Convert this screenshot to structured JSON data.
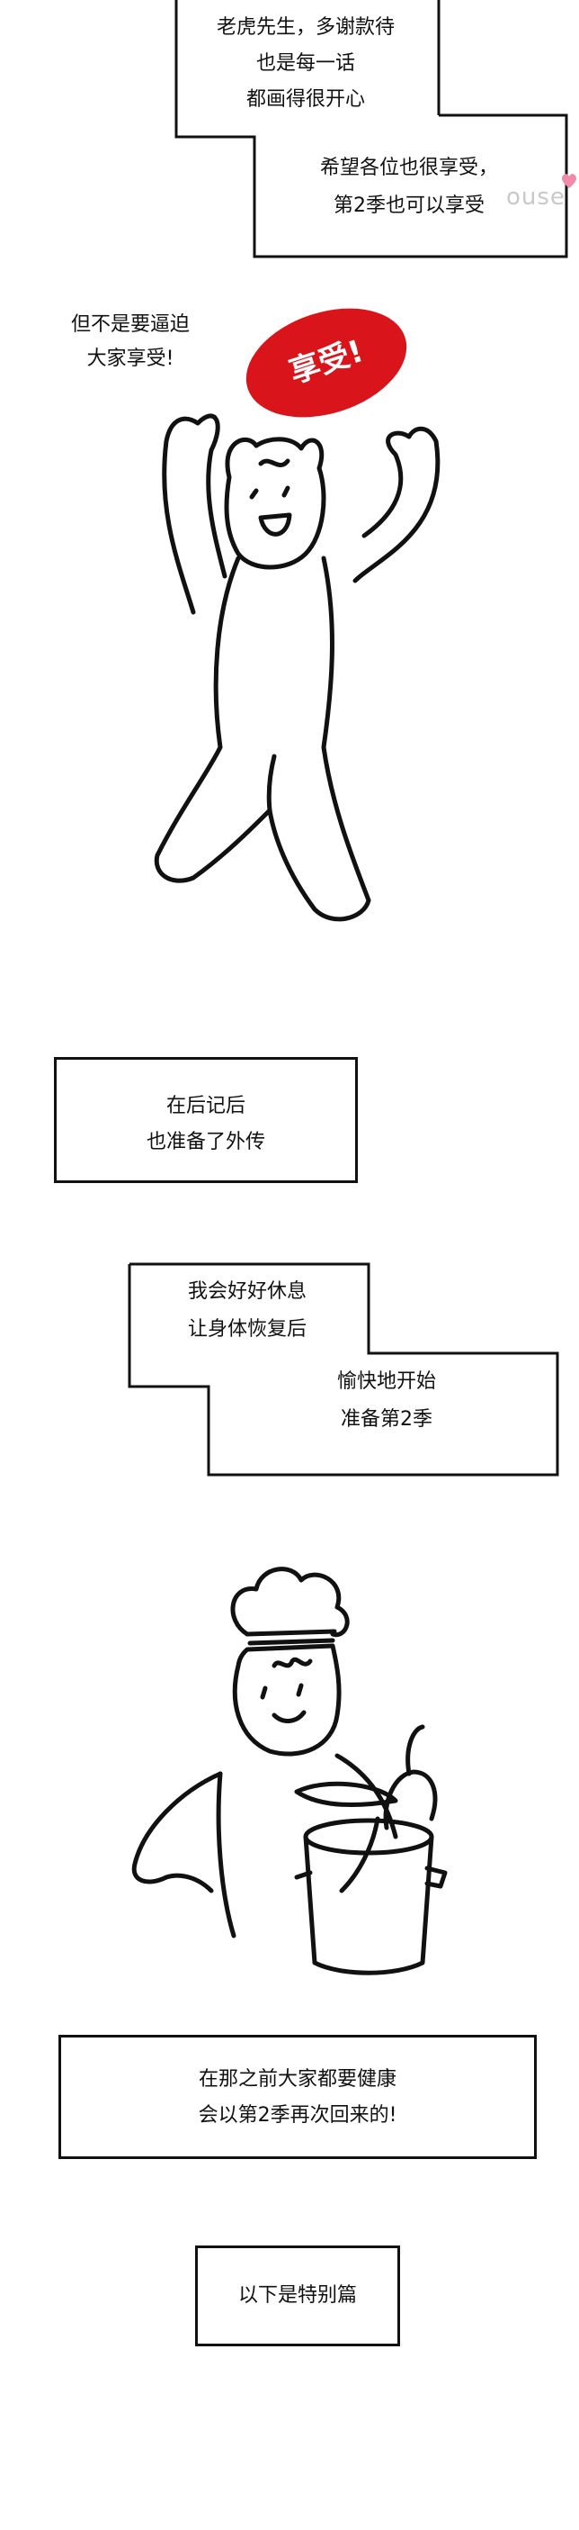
{
  "panel1": {
    "lines_top": [
      "老虎先生，多谢款待",
      "也是每一话",
      "都画得很开心"
    ],
    "lines_bottom": [
      "希望各位也很享受，",
      "第2季也可以享受"
    ]
  },
  "panel2": {
    "caption_lines": [
      "但不是要逼迫",
      "大家享受!"
    ],
    "bubble_text": "享受!"
  },
  "watermark": "ouse",
  "box3": {
    "lines": [
      "在后记后",
      "也准备了外传"
    ]
  },
  "panel4": {
    "lines_top": [
      "我会好好休息",
      "让身体恢复后"
    ],
    "lines_bottom": [
      "愉快地开始",
      "准备第2季"
    ]
  },
  "box5": {
    "lines": [
      "在那之前大家都要健康",
      "会以第2季再次回来的!"
    ]
  },
  "box6": {
    "text": "以下是特别篇"
  },
  "colors": {
    "bubble_red": "#d9141a",
    "ink": "#111111",
    "watermark_pink": "#f08aa8"
  }
}
